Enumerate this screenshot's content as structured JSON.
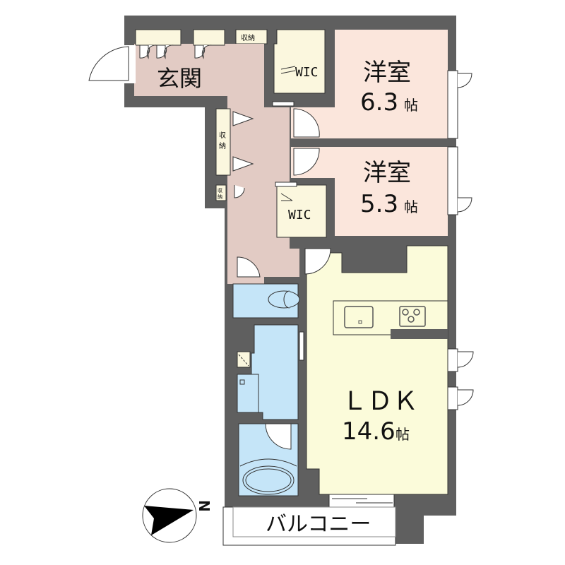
{
  "floor_plan": {
    "colors": {
      "wall": "#5f5f5f",
      "entrance_hall": "#e2cbc4",
      "bedroom": "#fbe6dc",
      "ldk": "#fbfbda",
      "storage": "#fbf7de",
      "wet_area": "#c5e5f8",
      "opening": "#ffffff"
    },
    "rooms": {
      "genkan": {
        "label": "玄関"
      },
      "bedroom1": {
        "label": "洋室",
        "size_num": "6.3",
        "size_unit": "帖"
      },
      "bedroom2": {
        "label": "洋室",
        "size_num": "5.3",
        "size_unit": "帖"
      },
      "wic1": {
        "label": "WIC"
      },
      "wic2": {
        "label": "WIC"
      },
      "storage_top": {
        "label": "収納"
      },
      "storage_hall_1": "収",
      "storage_hall_2": "納",
      "storage_small_1": "収",
      "storage_small_2": "納",
      "ldk": {
        "label": "ＬＤＫ",
        "size_num": "14.6",
        "size_unit": "帖"
      },
      "balcony": {
        "label": "バルコニー"
      }
    },
    "compass": {
      "label": "N"
    }
  }
}
